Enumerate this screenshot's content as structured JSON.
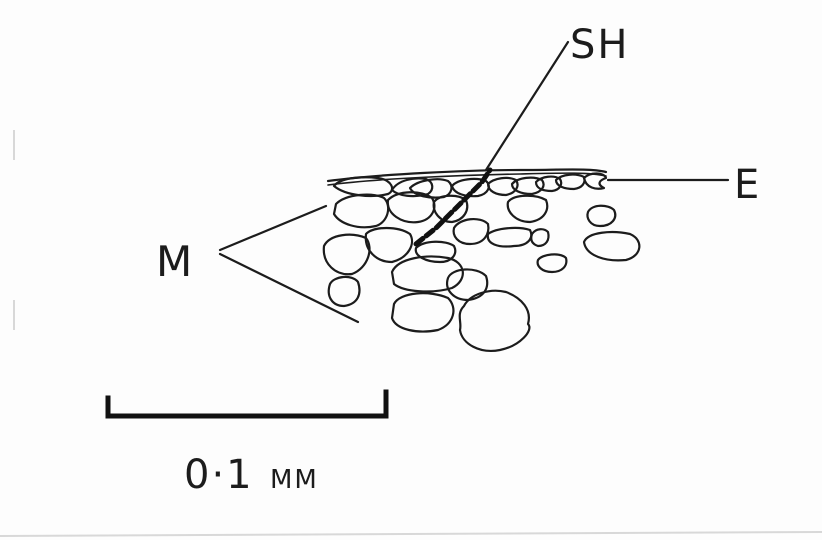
{
  "labels": {
    "sh": "SH",
    "e": "E",
    "m": "M"
  },
  "scale_bar": {
    "label_value": "0·1",
    "label_unit": "MM"
  }
}
